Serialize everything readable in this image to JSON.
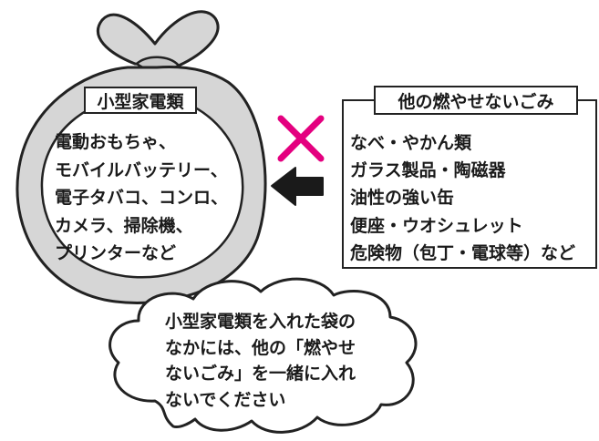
{
  "bag": {
    "label": "小型家電類",
    "lines": [
      "電動おもちゃ、",
      "モバイルバッテリー、",
      "電子タバコ、コンロ、",
      "カメラ、掃除機、",
      "プリンターなど"
    ]
  },
  "other_box": {
    "title": "他の燃やせないごみ",
    "lines": [
      "なべ・やかん類",
      "ガラス製品・陶磁器",
      "油性の強い缶",
      "便座・ウオシュレット",
      "危険物（包丁・電球等）など"
    ]
  },
  "cloud": {
    "lines": [
      "小型家電類を入れた袋の",
      "なかには、他の「燃やせ",
      "ないごみ」を一緒に入れ",
      "ないでください"
    ]
  },
  "colors": {
    "bag_fill": "#d6d6d6",
    "cross": "#e4007f",
    "arrow": "#1a1a1a",
    "outline": "#222222"
  },
  "icons": {
    "cross": "cross-mark-icon",
    "arrow": "left-arrow-icon"
  }
}
